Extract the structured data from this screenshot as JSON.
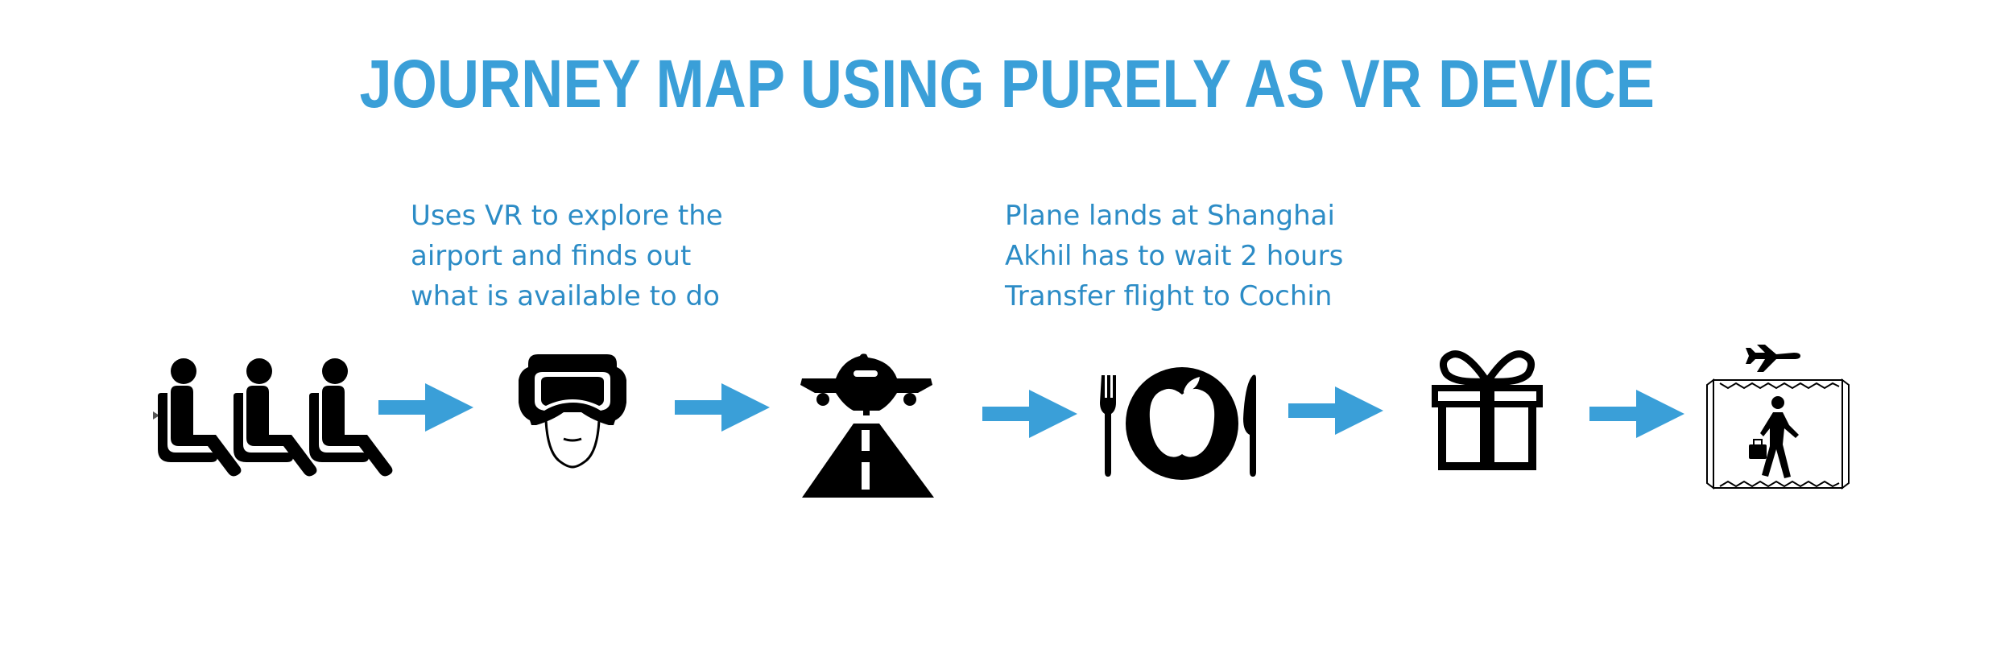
{
  "title": "JOURNEY MAP USING PURELY AS VR DEVICE",
  "annotations": [
    {
      "lines": [
        "Uses VR to explore the",
        "airport and finds out",
        "what is available to do"
      ]
    },
    {
      "lines": [
        "Plane lands at Shanghai",
        "Akhil has to wait 2 hours",
        "Transfer flight to Cochin"
      ]
    }
  ],
  "steps": [
    {
      "icon": "waiting-seats-icon"
    },
    {
      "icon": "vr-headset-icon"
    },
    {
      "icon": "plane-landing-icon"
    },
    {
      "icon": "dining-icon"
    },
    {
      "icon": "gift-icon"
    },
    {
      "icon": "departure-gate-icon"
    }
  ],
  "colors": {
    "accent": "#3a9fd8",
    "text": "#2c8cc6",
    "icon": "#000000"
  }
}
